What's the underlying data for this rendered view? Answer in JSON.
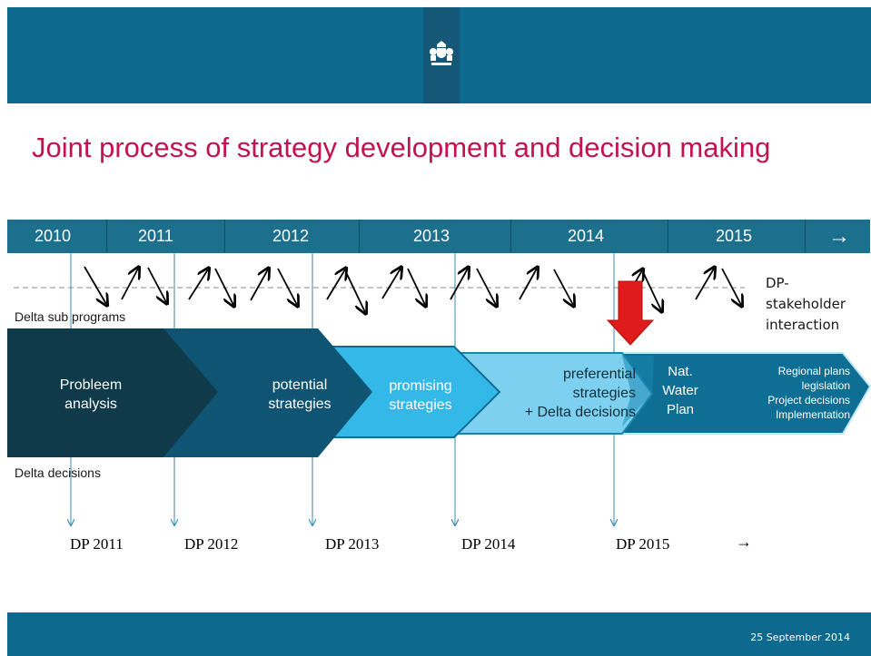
{
  "title": "Joint process of strategy development and decision making",
  "footer": {
    "date": "25 September 2014"
  },
  "timeline": {
    "years": [
      "2010",
      "2011",
      "2012",
      "2013",
      "2014",
      "2015"
    ],
    "arrow": "→"
  },
  "labels": {
    "sub_programs": "Delta sub programs",
    "delta_decisions": "Delta decisions",
    "dp_stakeholder": "DP-\nstakeholder\ninteraction"
  },
  "phases": [
    {
      "text": "Probleem\nanalysis"
    },
    {
      "text": "potential\nstrategies"
    },
    {
      "text": "promising\nstrategies"
    },
    {
      "text": "preferential\nstrategies\n+ Delta decisions"
    },
    {
      "text": "Nat.\nWater\nPlan"
    },
    {
      "text": "Regional plans\nlegislation\nProject decisions\nImplementation"
    }
  ],
  "delta_programs": [
    "DP 2011",
    "DP 2012",
    "DP 2013",
    "DP 2014",
    "DP 2015"
  ],
  "dp_arrow": "→",
  "colors": {
    "header": "#0b6a8e",
    "title": "#c4124f",
    "phase1": "#0e3a4a",
    "phase2": "#0f5573",
    "phase3": "#33b8e8",
    "phase4": "#7ed0f0",
    "phase5": "#1a86b0",
    "phase6": "#0f6e93",
    "highlight_arrow": "#e01b1b"
  }
}
